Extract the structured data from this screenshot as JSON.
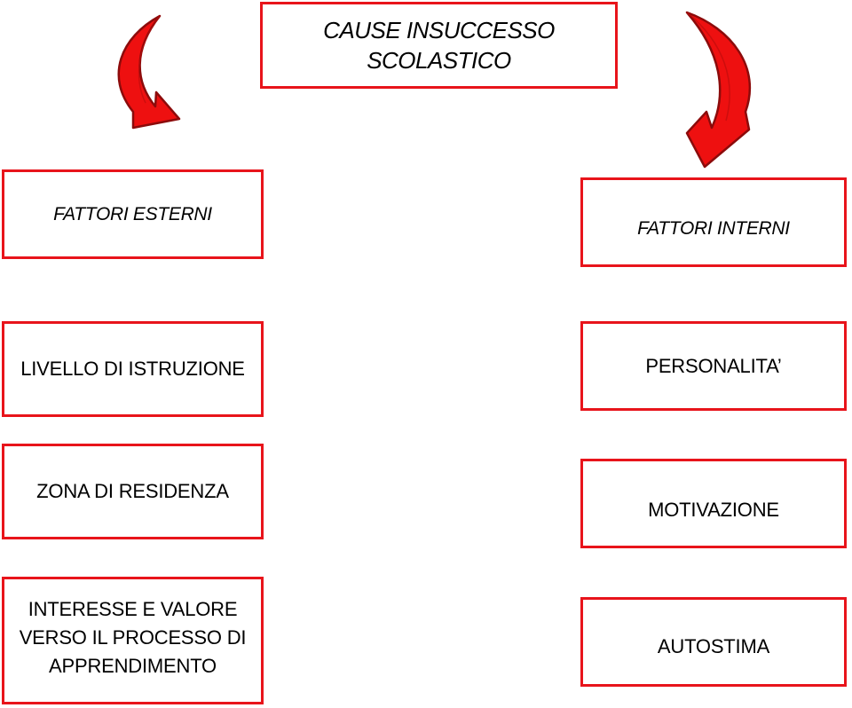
{
  "title": {
    "line1": "CAUSE INSUCCESSO",
    "line2": "SCOLASTICO"
  },
  "left": {
    "category": "FATTORI ESTERNI",
    "items": [
      "LIVELLO DI ISTRUZIONE",
      "ZONA DI RESIDENZA",
      {
        "line1": "INTERESSE E VALORE",
        "line2": "VERSO IL PROCESSO DI",
        "line3": "APPRENDIMENTO"
      }
    ]
  },
  "right": {
    "category": "FATTORI INTERNI",
    "items": [
      "PERSONALITA’",
      "MOTIVAZIONE",
      "AUTOSTIMA"
    ]
  },
  "colors": {
    "border": "#e8141b",
    "arrow_fill": "#ee1010",
    "arrow_stroke": "#8c0b0b"
  }
}
